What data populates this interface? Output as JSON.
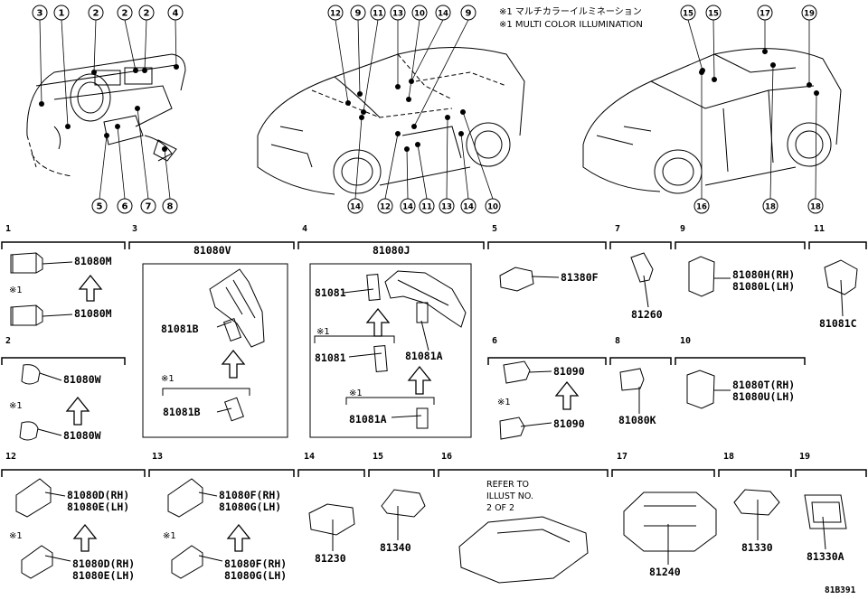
{
  "header_notes": [
    "※1 マルチカラーイルミネーション",
    "※1 MULTI COLOR ILLUMINATION"
  ],
  "figure_code": "81B391",
  "refer_note": "REFER TO\nILLUST NO.\n2 OF 2",
  "callouts": {
    "view1_top": [
      "3",
      "1",
      "2",
      "2",
      "2",
      "4"
    ],
    "view1_bottom": [
      "5",
      "6",
      "7",
      "8"
    ],
    "view2_top": [
      "12",
      "9",
      "11",
      "13",
      "10",
      "14",
      "9"
    ],
    "view2_bottom": [
      "14",
      "12",
      "14",
      "11",
      "13",
      "14",
      "10"
    ],
    "view3_top": [
      "15",
      "15",
      "17",
      "19"
    ],
    "view3_bottom": [
      "16",
      "18",
      "18"
    ]
  },
  "sections": [
    {
      "id": "1",
      "note": "※1",
      "parts": [
        "81080M",
        "81080M"
      ]
    },
    {
      "id": "2",
      "note": "※1",
      "parts": [
        "81080W",
        "81080W"
      ]
    },
    {
      "id": "3",
      "note": "※1",
      "assembly": "81080V",
      "parts": [
        "81081B",
        "81081B"
      ]
    },
    {
      "id": "4",
      "note": "※1",
      "assembly": "81080J",
      "parts": [
        "81081",
        "81081",
        "81081A",
        "81081A"
      ]
    },
    {
      "id": "5",
      "parts": [
        "81380F"
      ]
    },
    {
      "id": "6",
      "note": "※1",
      "parts": [
        "81090",
        "81090"
      ]
    },
    {
      "id": "7",
      "parts": [
        "81260"
      ]
    },
    {
      "id": "8",
      "parts": [
        "81080K"
      ]
    },
    {
      "id": "9",
      "parts": [
        "81080H(RH)\n81080L(LH)"
      ]
    },
    {
      "id": "10",
      "parts": [
        "81080T(RH)\n81080U(LH)"
      ]
    },
    {
      "id": "11",
      "parts": [
        "81081C"
      ]
    },
    {
      "id": "12",
      "note": "※1",
      "parts": [
        "81080D(RH)\n81080E(LH)",
        "81080D(RH)\n81080E(LH)"
      ]
    },
    {
      "id": "13",
      "note": "※1",
      "parts": [
        "81080F(RH)\n81080G(LH)",
        "81080F(RH)\n81080G(LH)"
      ]
    },
    {
      "id": "14",
      "parts": [
        "81230"
      ]
    },
    {
      "id": "15",
      "parts": [
        "81340"
      ]
    },
    {
      "id": "16",
      "parts": []
    },
    {
      "id": "17",
      "parts": [
        "81240"
      ]
    },
    {
      "id": "18",
      "parts": [
        "81330"
      ]
    },
    {
      "id": "19",
      "parts": [
        "81330A"
      ]
    }
  ]
}
